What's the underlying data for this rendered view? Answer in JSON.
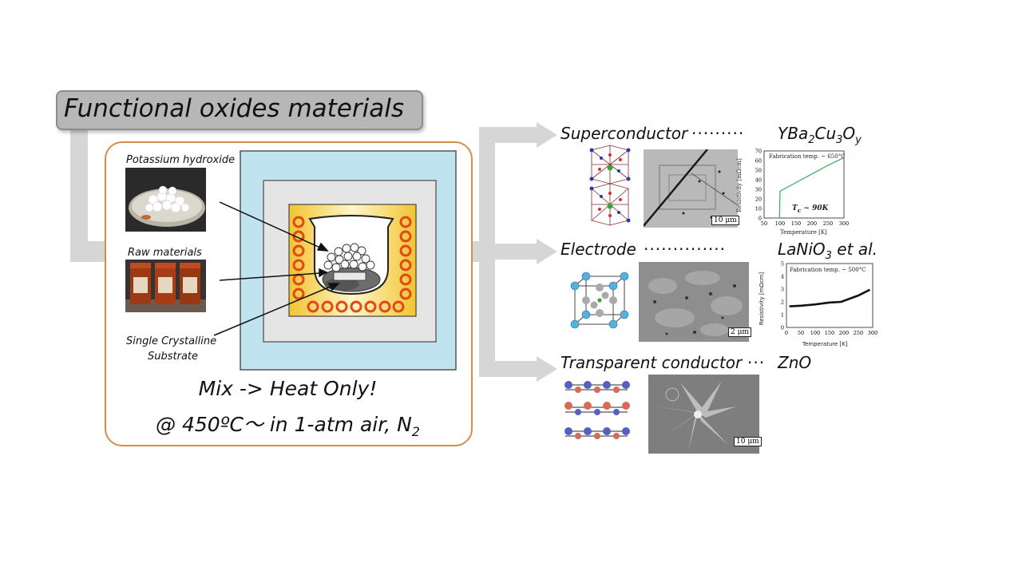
{
  "title": "Functional oxides materials",
  "left": {
    "potassium_label": "Potassium hydroxide",
    "raw_label": "Raw materials",
    "substrate_label_1": "Single Crystalline",
    "substrate_label_2": "Substrate",
    "mix_text": "Mix -> Heat Only!",
    "heat_text_main": "@ 450ºC～ in 1-atm air, N",
    "heat_text_sub": "2"
  },
  "rows": [
    {
      "label": "Superconductor",
      "dots": "·········",
      "formula": "YBa",
      "f1": "2",
      "f2": "Cu",
      "f3": "3",
      "f4": "O",
      "f5": "y",
      "scale": "10 μm",
      "graph": {
        "note": "Fabrication temp. ~ 650°C",
        "tc": "T",
        "tc_sub": "c",
        "tc_val": " ~ 90K",
        "ylabel": "Resistivity [mΩcm]",
        "xlabel": "Temperature [K]",
        "yticks": [
          "70",
          "60",
          "50",
          "40",
          "30",
          "20",
          "10",
          "0"
        ],
        "xticks": [
          "50",
          "100",
          "150",
          "200",
          "250",
          "300"
        ]
      }
    },
    {
      "label": "Electrode",
      "dots": "··············",
      "formula": "LaNiO",
      "f1": "3",
      "f2": " et al.",
      "scale": "2 μm",
      "graph": {
        "note": "Fabrication temp. ~ 500°C",
        "ylabel": "Resistivity [mΩcm]",
        "xlabel": "Temperature [K]",
        "yticks": [
          "5",
          "4",
          "3",
          "2",
          "1",
          "0"
        ],
        "xticks": [
          "0",
          "50",
          "100",
          "150",
          "200",
          "250",
          "300"
        ]
      }
    },
    {
      "label": "Transparent conductor",
      "dots": "···",
      "formula": "ZnO",
      "scale": "10 μm"
    }
  ],
  "chart_data": [
    {
      "type": "line",
      "title": "",
      "xlabel": "Temperature [K]",
      "ylabel": "Resistivity [mΩcm]",
      "xlim": [
        50,
        300
      ],
      "ylim": [
        0,
        70
      ],
      "series": [
        {
          "x": [
            95,
            98,
            100,
            150,
            200,
            250,
            300
          ],
          "y": [
            0,
            0,
            28,
            37,
            46,
            55,
            63
          ]
        }
      ]
    },
    {
      "type": "line",
      "title": "",
      "xlabel": "Temperature [K]",
      "ylabel": "Resistivity [mΩcm]",
      "xlim": [
        0,
        300
      ],
      "ylim": [
        0,
        5
      ],
      "series": [
        {
          "x": [
            10,
            50,
            100,
            150,
            190,
            250,
            290
          ],
          "y": [
            1.65,
            1.7,
            1.8,
            1.95,
            2.0,
            2.5,
            2.95
          ]
        }
      ]
    }
  ],
  "colors": {
    "title_fill": "#b7b7b7",
    "box_border": "#d98b4a",
    "outer_furnace": "#bfe3ef",
    "inner_gray": "#e5e5e5",
    "heater": "#f7d54a",
    "coil": "#e04a1a",
    "connector": "#d6d6d6",
    "curve_green": "#3aa860"
  }
}
